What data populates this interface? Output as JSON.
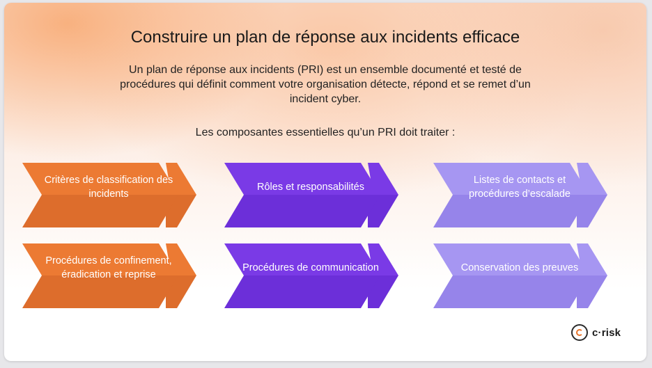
{
  "title": "Construire un plan de réponse aux incidents efficace",
  "intro": "Un plan de réponse aux incidents (PRI) est un ensemble documenté et testé de procédures qui définit comment votre organisation détecte, répond et se remet d’un incident cyber.",
  "lead": "Les composantes essentielles qu’un PRI doit traiter :",
  "colors": {
    "orange": "#ec7a33",
    "orange_dark": "#dd6d2c",
    "purple": "#7a3ae6",
    "purple_dark": "#6c2fd9",
    "lavender": "#a696f2",
    "lavender_dark": "#9684ea"
  },
  "components": [
    {
      "label": "Critères de classification des incidents",
      "color": "orange"
    },
    {
      "label": "Rôles et responsabilités",
      "color": "purple"
    },
    {
      "label": "Listes de contacts et procédures d’escalade",
      "color": "lavender"
    },
    {
      "label": "Procédures de confinement, éradication et reprise",
      "color": "orange"
    },
    {
      "label": "Procédures de communication",
      "color": "purple"
    },
    {
      "label": "Conservation des preuves",
      "color": "lavender"
    }
  ],
  "logo": {
    "text": "c·risk",
    "icon": "c-risk-logo-icon"
  }
}
